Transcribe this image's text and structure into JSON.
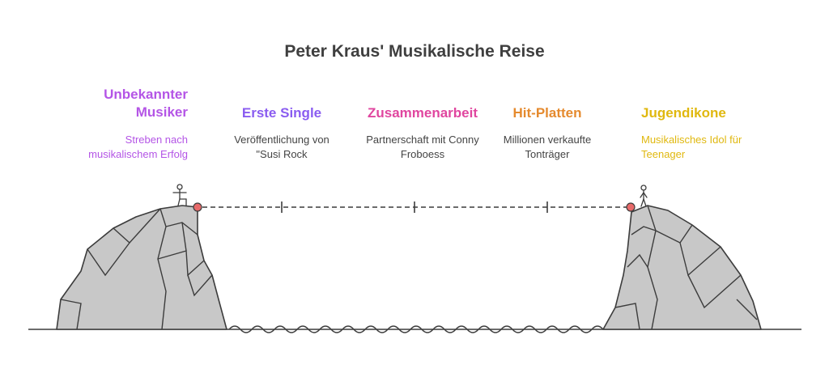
{
  "title": "Peter Kraus' Musikalische Reise",
  "colors": {
    "purple": "#b455e6",
    "indigo": "#8a5cf0",
    "pink": "#e0469f",
    "orange": "#e58a2e",
    "gold": "#e0b80f",
    "rock_fill": "#c8c8c8",
    "stroke": "#3c3c3c",
    "marker": "#e86a6a"
  },
  "stages": [
    {
      "label": "Unbekannter Musiker",
      "desc": "Streben nach musikalischem Erfolg"
    },
    {
      "label": "Erste Single",
      "desc": "Veröffentlichung von \"Susi Rock"
    },
    {
      "label": "Zusammenarbeit",
      "desc": "Partnerschaft mit Conny Froboess"
    },
    {
      "label": "Hit-Platten",
      "desc": "Millionen verkaufte Tonträger"
    },
    {
      "label": "Jugendikone",
      "desc": "Musikalisches Idol für Teenager"
    }
  ]
}
